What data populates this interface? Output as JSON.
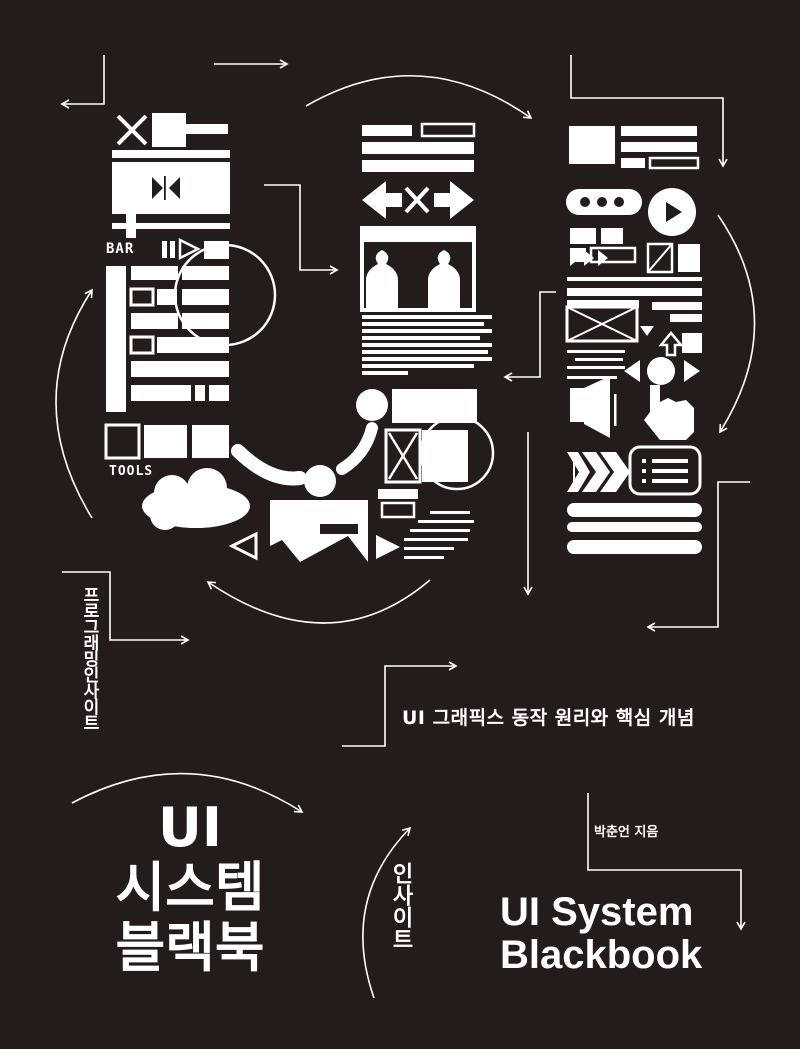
{
  "cover": {
    "series": "프로그래밍인사이트",
    "subtitle": "UI 그래픽스 동작 원리와 핵심 개념",
    "author": "박춘언 지음",
    "title_ko_lines": [
      "UI",
      "시스템",
      "블랙북"
    ],
    "title_en_lines": [
      "UI System",
      "Blackbook"
    ],
    "publisher": "인사이트",
    "labels": {
      "bar": "BAR",
      "tools": "TOOLS"
    }
  },
  "colors": {
    "background": "#231c1a",
    "foreground": "#ffffff"
  }
}
